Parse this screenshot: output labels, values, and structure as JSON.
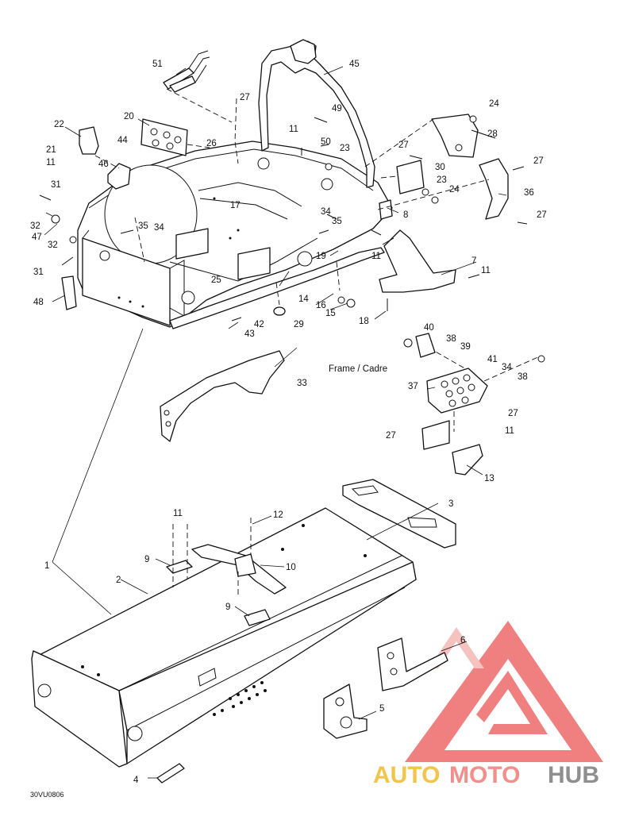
{
  "callouts": [
    {
      "n": "1"
    },
    {
      "n": "2"
    },
    {
      "n": "3"
    },
    {
      "n": "4"
    },
    {
      "n": "5"
    },
    {
      "n": "6"
    },
    {
      "n": "7"
    },
    {
      "n": "8"
    },
    {
      "n": "9"
    },
    {
      "n": "9"
    },
    {
      "n": "10"
    },
    {
      "n": "11"
    },
    {
      "n": "11"
    },
    {
      "n": "11"
    },
    {
      "n": "11"
    },
    {
      "n": "11"
    },
    {
      "n": "11"
    },
    {
      "n": "12"
    },
    {
      "n": "13"
    },
    {
      "n": "14"
    },
    {
      "n": "15"
    },
    {
      "n": "16"
    },
    {
      "n": "17"
    },
    {
      "n": "18"
    },
    {
      "n": "19"
    },
    {
      "n": "20"
    },
    {
      "n": "21"
    },
    {
      "n": "22"
    },
    {
      "n": "23"
    },
    {
      "n": "23"
    },
    {
      "n": "24"
    },
    {
      "n": "24"
    },
    {
      "n": "25"
    },
    {
      "n": "26"
    },
    {
      "n": "27"
    },
    {
      "n": "27"
    },
    {
      "n": "27"
    },
    {
      "n": "27"
    },
    {
      "n": "27"
    },
    {
      "n": "27"
    },
    {
      "n": "28"
    },
    {
      "n": "29"
    },
    {
      "n": "30"
    },
    {
      "n": "31"
    },
    {
      "n": "31"
    },
    {
      "n": "32"
    },
    {
      "n": "32"
    },
    {
      "n": "33"
    },
    {
      "n": "34"
    },
    {
      "n": "34"
    },
    {
      "n": "34"
    },
    {
      "n": "35"
    },
    {
      "n": "35"
    },
    {
      "n": "36"
    },
    {
      "n": "37"
    },
    {
      "n": "38"
    },
    {
      "n": "38"
    },
    {
      "n": "39"
    },
    {
      "n": "40"
    },
    {
      "n": "41"
    },
    {
      "n": "42"
    },
    {
      "n": "43"
    },
    {
      "n": "44"
    },
    {
      "n": "45"
    },
    {
      "n": "46"
    },
    {
      "n": "47"
    },
    {
      "n": "48"
    },
    {
      "n": "49"
    },
    {
      "n": "50"
    },
    {
      "n": "51"
    }
  ],
  "frame_label": "Frame / Cadre",
  "figure_code": "30VU0806",
  "watermark": {
    "text_auto": "AUTO",
    "text_moto": "MOTO",
    "text_hub": "HUB",
    "color_auto": "#f2c44a",
    "color_moto": "#f28f8a",
    "color_hub": "#8f8f8f",
    "logo_color": "#ee6b6b"
  },
  "colors": {
    "line": "#111111",
    "background": "#ffffff"
  }
}
